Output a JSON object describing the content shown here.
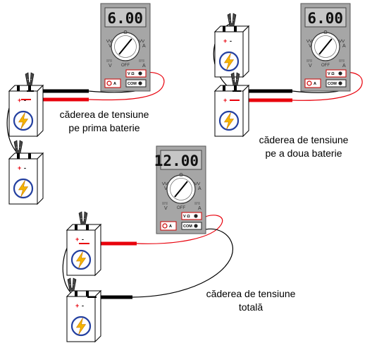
{
  "meters": [
    {
      "id": "meter-1",
      "reading": "6.00"
    },
    {
      "id": "meter-2",
      "reading": "6.00"
    },
    {
      "id": "meter-3",
      "reading": "12.00"
    }
  ],
  "meter_labels": {
    "ohm": "Ω",
    "volt": "V",
    "amp": "A",
    "off": "OFF",
    "volt_ohm_jack": "V Ω",
    "amp_jack": "A",
    "common_jack": "COM"
  },
  "battery_labels": {
    "minus": "-",
    "plus": "+"
  },
  "captions": {
    "first": [
      "căderea de tensiune",
      "pe prima baterie"
    ],
    "second": [
      "căderea de tensiune",
      "pe a doua baterie"
    ],
    "total": [
      "căderea de tensiune",
      "totală"
    ]
  },
  "colors": {
    "meter_body": "#a6a6a6",
    "lcd": "#c6c6c6",
    "red_lead": "#e8000b",
    "black_lead": "#000000",
    "battery_icon": "#f4b400",
    "battery_circle": "#2440a0"
  }
}
